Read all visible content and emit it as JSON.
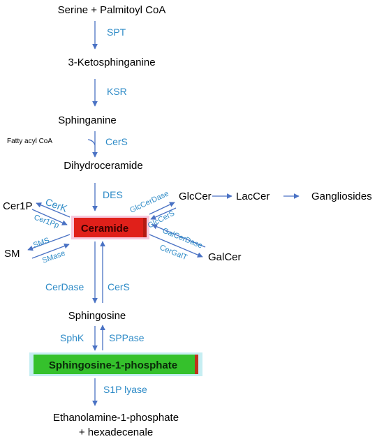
{
  "colors": {
    "metabolite_text": "#000000",
    "enzyme_text": "#2e8bc7",
    "arrow": "#4a72c4",
    "ceramide_box": "#e0201a",
    "ceramide_glow": "#f7c9de",
    "s1p_box": "#35c12c",
    "s1p_glow": "#c6eef2"
  },
  "metabolites": {
    "serine_palmitoyl": "Serine + Palmitoyl CoA",
    "ketosphinganine": "3-Ketosphinganine",
    "sphinganine": "Sphinganine",
    "fatty_acyl_coa": "Fatty acyl CoA",
    "dihydroceramide": "Dihydroceramide",
    "ceramide": "Ceramide",
    "cer1p": "Cer1P",
    "sm": "SM",
    "glccer": "GlcCer",
    "laccer": "LacCer",
    "gangliosides": "Gangliosides",
    "galcer": "GalCer",
    "sphingosine": "Sphingosine",
    "s1p": "Sphingosine-1-phosphate",
    "ethanolamine_1p": "Ethanolamine-1-phosphate",
    "hexadecenale": "+ hexadecenale"
  },
  "enzymes": {
    "spt": "SPT",
    "ksr": "KSR",
    "cers_top": "CerS",
    "des": "DES",
    "cerk": "CerK",
    "cer1pp": "Cer1Pp",
    "sms": "SMS",
    "smase": "SMase",
    "glccerdase": "GlcCerDase",
    "glccers": "GlcCerS",
    "galcerdase": "GalCerDase",
    "cergalt": "CerGalT",
    "cerdase": "CerDase",
    "cers_bottom": "CerS",
    "sphk": "SphK",
    "sppase": "SPPase",
    "s1p_lyase": "S1P lyase"
  }
}
